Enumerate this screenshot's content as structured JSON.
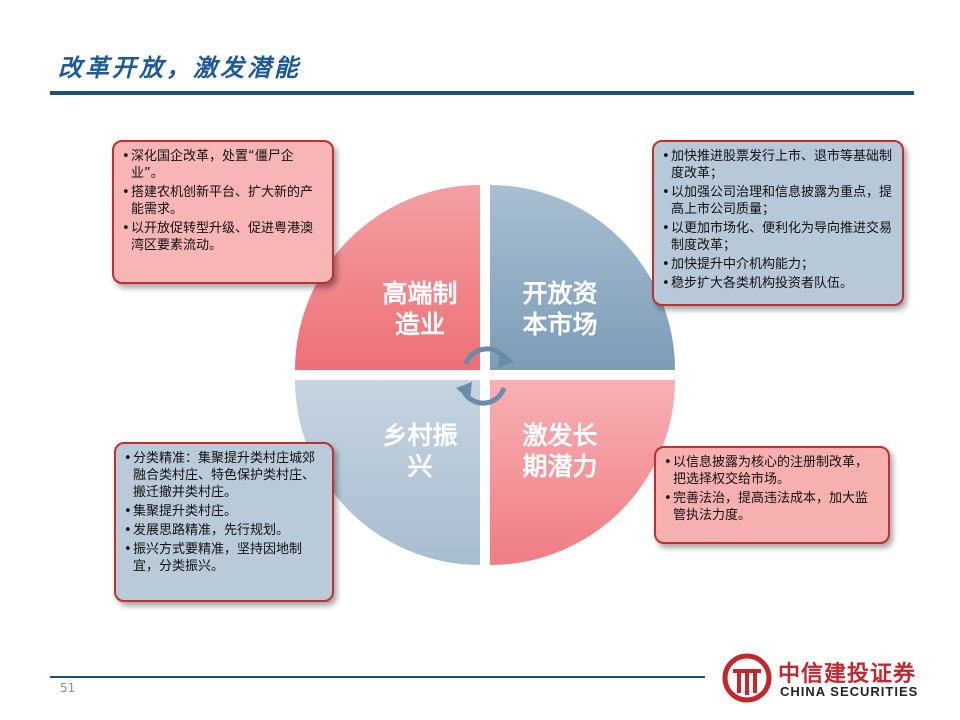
{
  "header": {
    "title": "改革开放，激发潜能"
  },
  "quadrants": [
    {
      "label": "高端制\n造业",
      "color": "#f07a80"
    },
    {
      "label": "开放资\n本市场",
      "color": "#8eaac3"
    },
    {
      "label": "乡村振\n兴",
      "color": "#bccddc"
    },
    {
      "label": "激发长\n期潜力",
      "color": "#f4959b"
    }
  ],
  "boxes": {
    "top_left": [
      "深化国企改革，处置“僵尸企业”。",
      "搭建农机创新平台、扩大新的产能需求。",
      "以开放促转型升级、促进粤港澳湾区要素流动。"
    ],
    "top_right": [
      "加快推进股票发行上市、退市等基础制度改革；",
      "以加强公司治理和信息披露为重点，提高上市公司质量；",
      "以更加市场化、便利化为导向推进交易制度改革；",
      "加快提升中介机构能力；",
      "稳步扩大各类机构投资者队伍。"
    ],
    "bottom_left": [
      "分类精准：集聚提升类村庄城郊融合类村庄、特色保护类村庄、搬迁撤并类村庄。",
      "集聚提升类村庄。",
      "发展思路精准，先行规划。",
      "振兴方式要精准，坚持因地制宜，分类振兴。"
    ],
    "bottom_right": [
      "以信息披露为核心的注册制改革，把选择权交给市场。",
      "完善法治，提高违法成本，加大监管执法力度。"
    ]
  },
  "footer": {
    "page_number": "51",
    "logo_cn": "中信建投证券",
    "logo_en": "CHINA SECURITIES"
  },
  "colors": {
    "brand_red": "#c1272d",
    "title_blue": "#1e5a96",
    "rule_blue": "#1f4e79"
  }
}
